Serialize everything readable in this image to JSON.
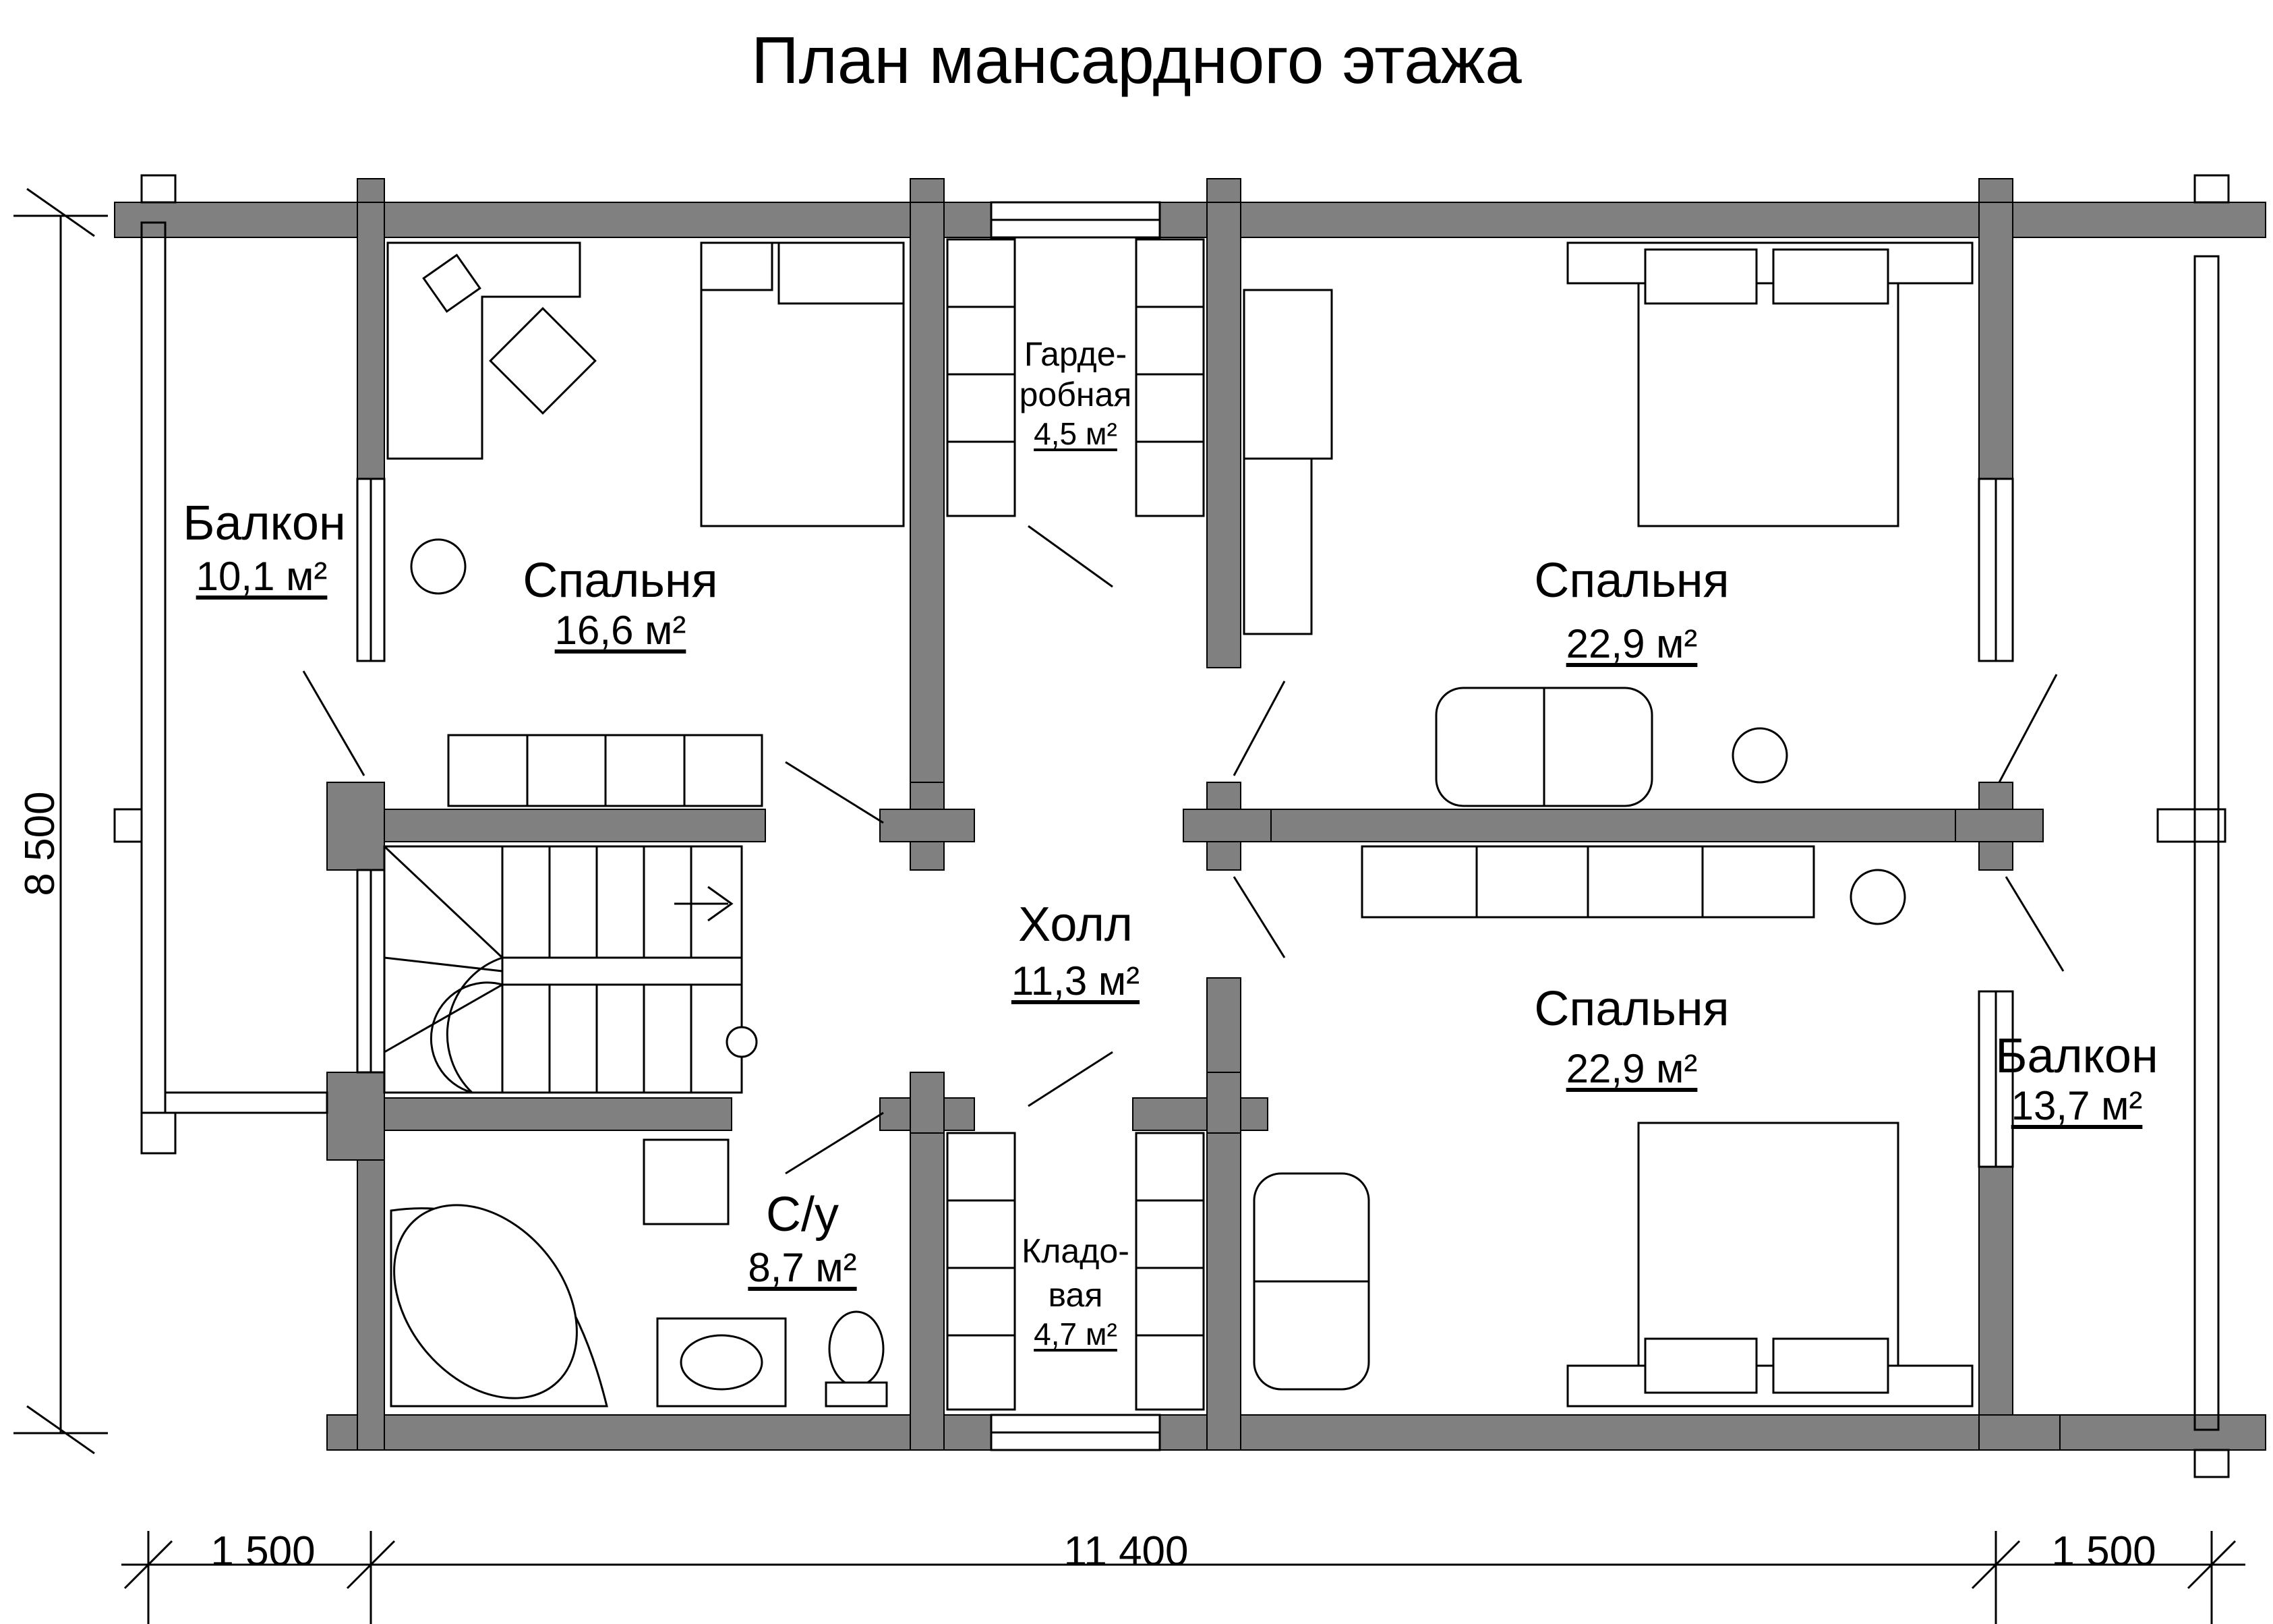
{
  "title": "План мансардного этажа",
  "rooms": {
    "balcony_left": {
      "name": "Балкон",
      "area": "10,1 м²"
    },
    "bedroom_left": {
      "name": "Спальня",
      "area": "16,6 м²"
    },
    "wardrobe": {
      "name_line1": "Гарде-",
      "name_line2": "робная",
      "area": "4,5 м²"
    },
    "bedroom_top_right": {
      "name": "Спальня",
      "area": "22,9 м²"
    },
    "hall": {
      "name": "Холл",
      "area": "11,3 м²"
    },
    "bedroom_bottom_right": {
      "name": "Спальня",
      "area": "22,9 м²"
    },
    "balcony_right": {
      "name": "Балкон",
      "area": "13,7 м²"
    },
    "bathroom": {
      "name": "С/у",
      "area": "8,7 м²"
    },
    "storage": {
      "name_line1": "Кладо-",
      "name_line2": "вая",
      "area": "4,7 м²"
    }
  },
  "dimensions": {
    "height": "8 500",
    "left_balcony_width": "1 500",
    "main_width": "11 400",
    "right_balcony_width": "1 500"
  },
  "colors": {
    "wall": "#808080",
    "line": "#000000",
    "background": "#ffffff"
  }
}
